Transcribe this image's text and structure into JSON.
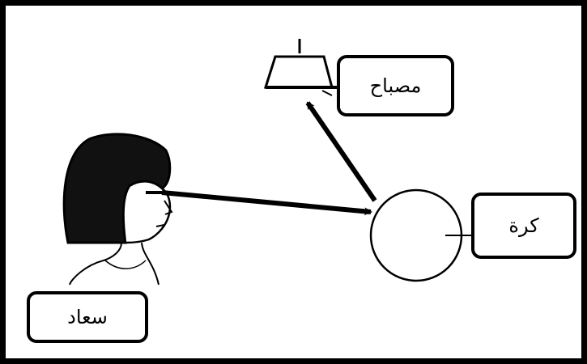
{
  "labels": {
    "lamp": "مصباح",
    "ball": "كرة",
    "person": "سعاد"
  },
  "icons": {
    "lamp": "lamp-icon",
    "ball": "ball-icon",
    "person": "girl-head-icon",
    "arrows": "arrow-icon"
  },
  "colors": {
    "line": "#000000",
    "background": "#ffffff"
  }
}
